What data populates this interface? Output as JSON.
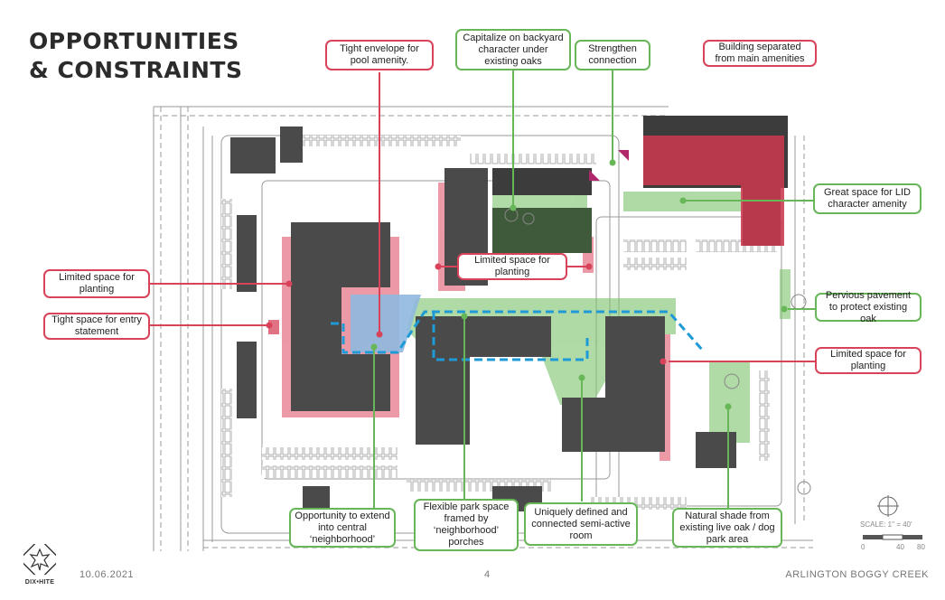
{
  "title": {
    "line1": "OPPORTUNITIES",
    "line2": "& CONSTRAINTS"
  },
  "callouts": {
    "tight_envelope": "Tight envelope for pool amenity.",
    "capitalize_backyard": "Capitalize on backyard character under existing oaks",
    "strengthen_connection": "Strengthen connection",
    "building_separated": "Building separated from main amenities",
    "great_space_lid": "Great space for LID character amenity",
    "limited_planting_left": "Limited space for planting",
    "tight_entry": "Tight space for entry statement",
    "limited_planting_center": "Limited space for planting",
    "pervious_pavement": "Pervious pavement to protect existing oak",
    "limited_planting_right": "Limited space for planting",
    "opportunity_extend": "Opportunity to extend into central ‘neighborhood’",
    "flexible_park": "Flexible park space framed by ‘neighborhood’ porches",
    "uniquely_defined": "Uniquely defined and connected semi-active room",
    "natural_shade": "Natural shade from existing live oak / dog park area"
  },
  "scale": {
    "label": "SCALE:  1\" = 40'",
    "ticks": [
      "0",
      "40",
      "80"
    ]
  },
  "footer": {
    "date": "10.06.2021",
    "page": "4",
    "project": "ARLINGTON BOGGY CREEK"
  },
  "logo": {
    "text": "DIX•HITE"
  },
  "colors": {
    "constraint": "#d8435a",
    "opportunity": "#67b657",
    "building": "#4a4a4a",
    "pool": "#8fb8e0",
    "path": "#1e9ad6"
  }
}
